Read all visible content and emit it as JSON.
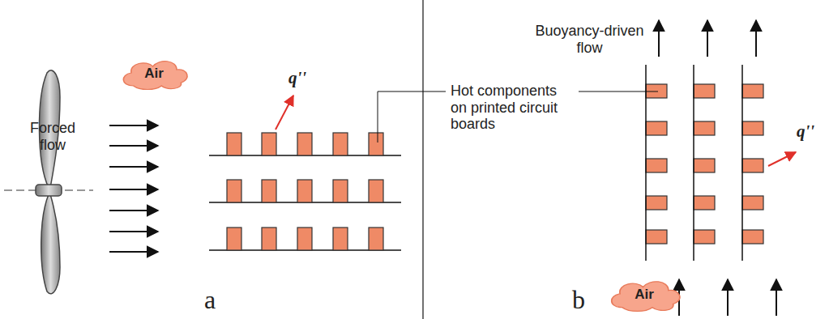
{
  "diagram": {
    "nodes": [
      {
        "text": [
          "Air"
        ]
      },
      {
        "text": [
          "Air"
        ]
      }
    ],
    "labels": [
      "Forced flow",
      "q''",
      "Hot components on printed circuit boards",
      "Buoyancy-driven flow",
      "q''",
      "a",
      "b"
    ]
  }
}
